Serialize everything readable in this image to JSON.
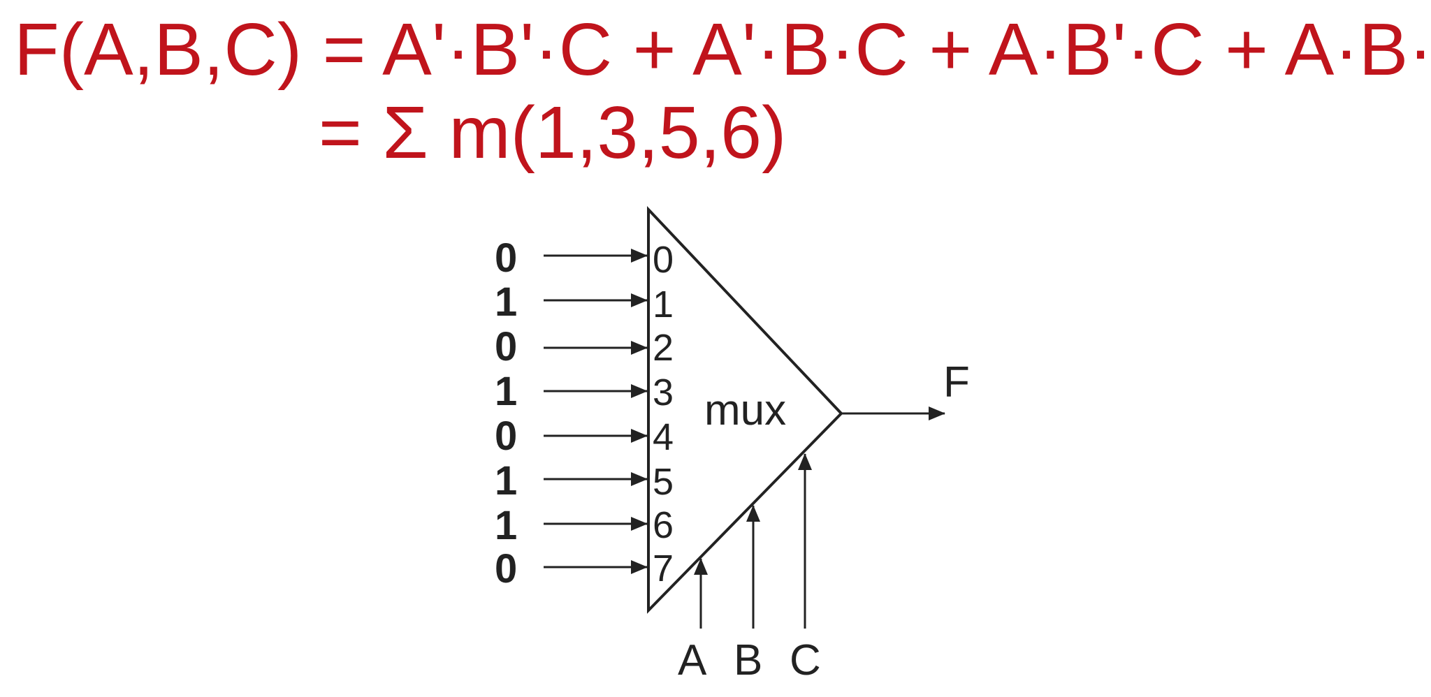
{
  "equation": {
    "line1": "F(A,B,C) = A'·B'·C + A'·B·C + A·B'·C + A·B·C'",
    "line2": "= Σ m(1,3,5,6)"
  },
  "mux": {
    "label": "mux",
    "inputs": [
      {
        "value": "0",
        "port": "0"
      },
      {
        "value": "1",
        "port": "1"
      },
      {
        "value": "0",
        "port": "2"
      },
      {
        "value": "1",
        "port": "3"
      },
      {
        "value": "0",
        "port": "4"
      },
      {
        "value": "1",
        "port": "5"
      },
      {
        "value": "1",
        "port": "6"
      },
      {
        "value": "0",
        "port": "7"
      }
    ],
    "selects": [
      "A",
      "B",
      "C"
    ],
    "output": "F"
  },
  "colors": {
    "equation": "#c0141c",
    "diagram": "#222222"
  }
}
